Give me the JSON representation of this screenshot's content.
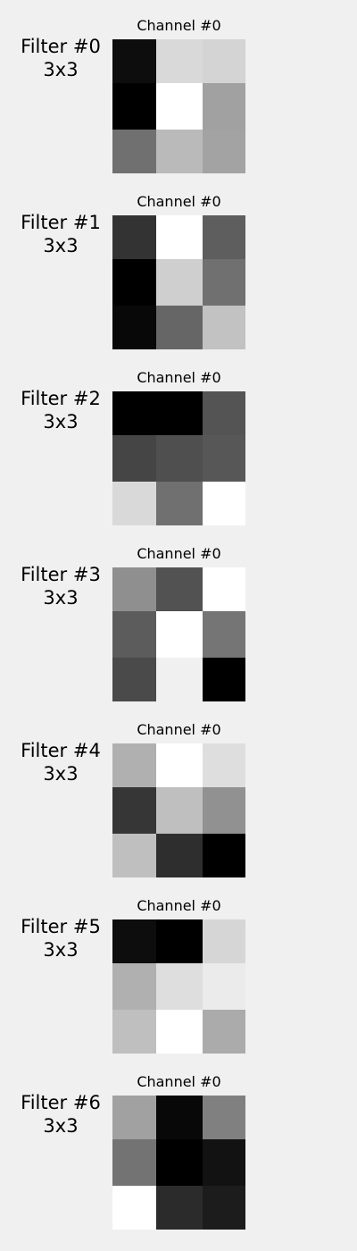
{
  "chart_data": [
    {
      "type": "heatmap",
      "filter_label": "Filter #0",
      "size_label": "3x3",
      "title": "Channel #0",
      "colormap": "gray",
      "grid": false,
      "values": [
        [
          0.05,
          0.85,
          0.83
        ],
        [
          0.0,
          1.0,
          0.63
        ],
        [
          0.44,
          0.73,
          0.64
        ]
      ]
    },
    {
      "type": "heatmap",
      "filter_label": "Filter #1",
      "size_label": "3x3",
      "title": "Channel #0",
      "colormap": "gray",
      "grid": false,
      "values": [
        [
          0.2,
          1.0,
          0.37
        ],
        [
          0.0,
          0.81,
          0.44
        ],
        [
          0.03,
          0.4,
          0.76
        ]
      ]
    },
    {
      "type": "heatmap",
      "filter_label": "Filter #2",
      "size_label": "3x3",
      "title": "Channel #0",
      "colormap": "gray",
      "grid": false,
      "values": [
        [
          0.0,
          0.0,
          0.33
        ],
        [
          0.27,
          0.31,
          0.34
        ],
        [
          0.85,
          0.44,
          1.0
        ]
      ]
    },
    {
      "type": "heatmap",
      "filter_label": "Filter #3",
      "size_label": "3x3",
      "title": "Channel #0",
      "colormap": "gray",
      "grid": false,
      "values": [
        [
          0.56,
          0.32,
          1.0
        ],
        [
          0.36,
          1.0,
          0.46
        ],
        [
          0.29,
          0.94,
          0.0
        ]
      ]
    },
    {
      "type": "heatmap",
      "filter_label": "Filter #4",
      "size_label": "3x3",
      "title": "Channel #0",
      "colormap": "gray",
      "grid": false,
      "values": [
        [
          0.69,
          1.0,
          0.87
        ],
        [
          0.21,
          0.75,
          0.57
        ],
        [
          0.75,
          0.18,
          0.0
        ]
      ]
    },
    {
      "type": "heatmap",
      "filter_label": "Filter #5",
      "size_label": "3x3",
      "title": "Channel #0",
      "colormap": "gray",
      "grid": false,
      "values": [
        [
          0.05,
          0.0,
          0.84
        ],
        [
          0.69,
          0.87,
          0.92
        ],
        [
          0.75,
          1.0,
          0.67
        ]
      ]
    },
    {
      "type": "heatmap",
      "filter_label": "Filter #6",
      "size_label": "3x3",
      "title": "Channel #0",
      "colormap": "gray",
      "grid": false,
      "values": [
        [
          0.63,
          0.03,
          0.5
        ],
        [
          0.45,
          0.0,
          0.07
        ],
        [
          1.0,
          0.17,
          0.11
        ]
      ]
    }
  ]
}
